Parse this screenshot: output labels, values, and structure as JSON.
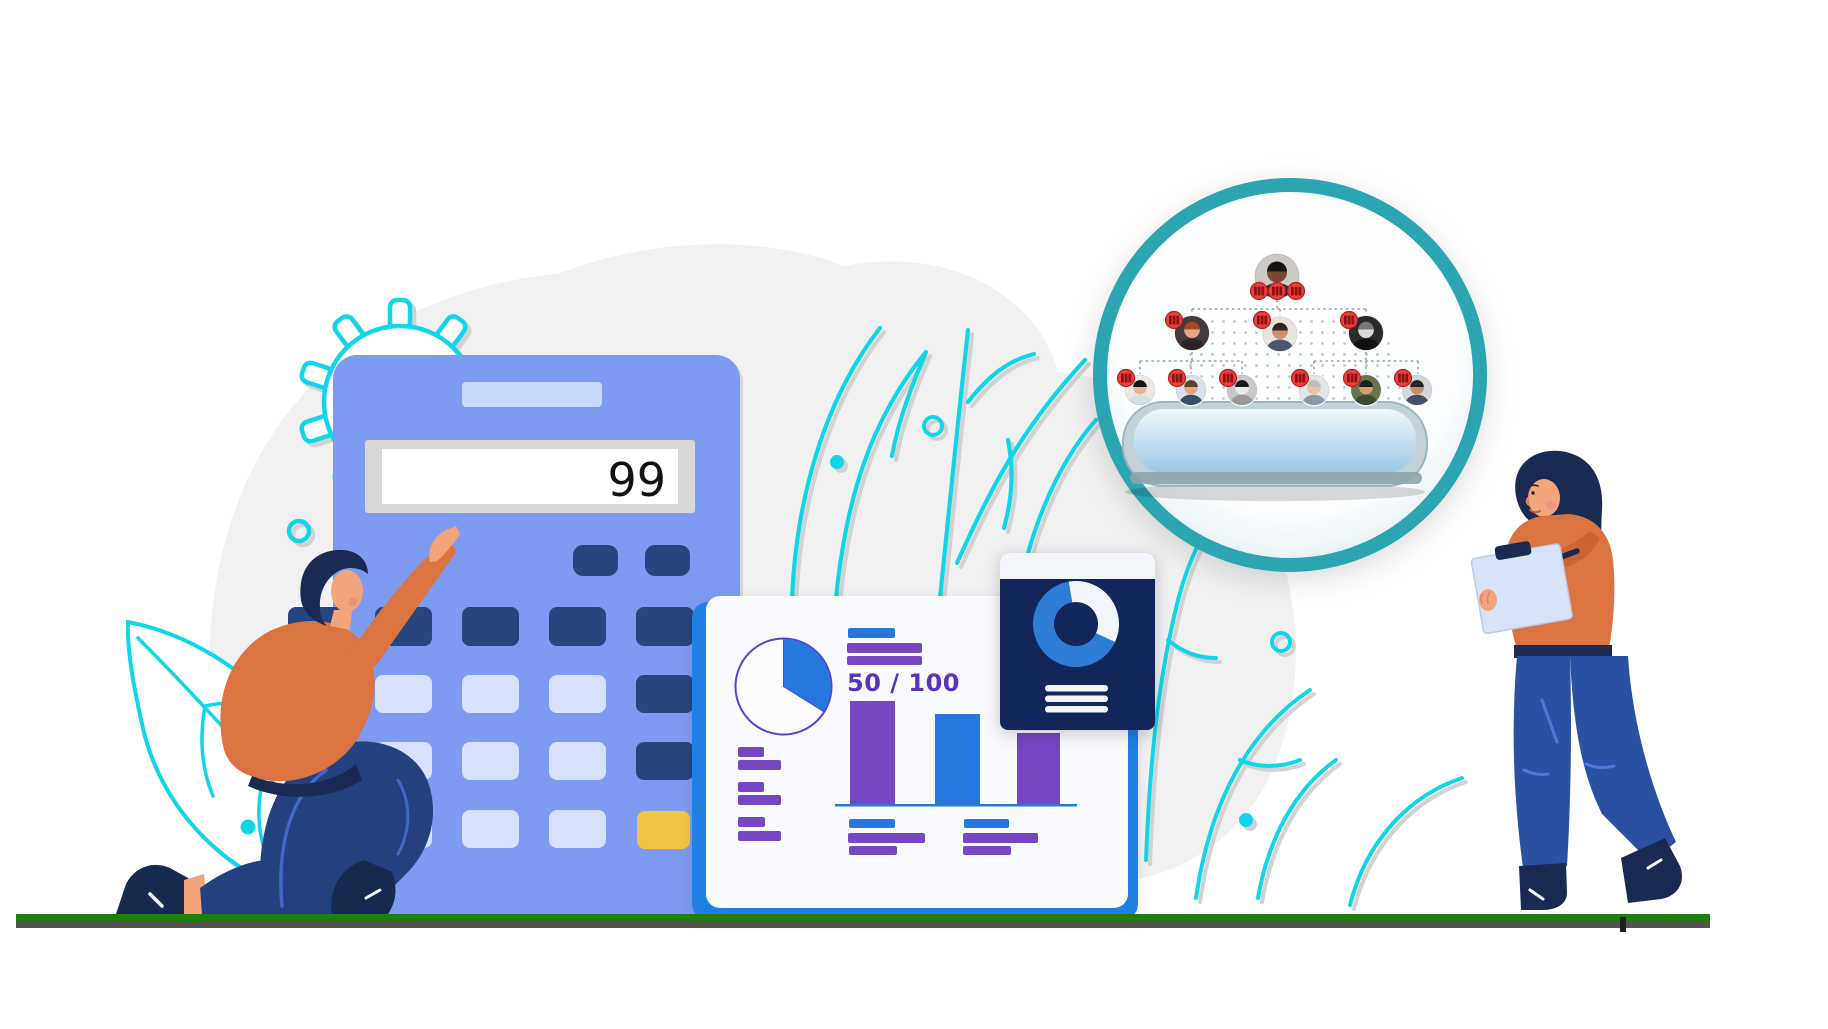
{
  "scene": {
    "description": "Flat vector illustration: accounting calculator, analytics dashboard and org-chart hologram over a smartphone, with two characters",
    "calculator": {
      "display_value": "99"
    },
    "score_panel": {
      "score_text": "50 / 100"
    },
    "charts": {
      "pie": {
        "fraction_filled": 0.34
      },
      "bars": {
        "relative_heights": [
          103,
          90,
          71
        ],
        "colors": [
          "purple",
          "blue",
          "purple"
        ]
      },
      "donut": {
        "segments": [
          {
            "color": "white",
            "sweep_deg": 125
          },
          {
            "color": "blue",
            "sweep_deg": 235
          }
        ]
      }
    },
    "org_chart": {
      "level_counts": [
        1,
        3,
        6
      ],
      "badge_icon": "money-badge",
      "badges_under_top_person": 3
    },
    "colors": {
      "calculator_body": "#7D9CF1",
      "button_dark": "#27457F",
      "button_light": "#D7E1FB",
      "button_yellow": "#F5C344",
      "accent_cyan": "#12D6E8",
      "teal_ring": "#2BA5B2",
      "panel_back_blue": "#1F7FE3",
      "chart_purple": "#7547C2",
      "chart_blue": "#2778DE",
      "score_purple": "#5A34B8",
      "dark_card_navy": "#12265A",
      "sweater_orange": "#DB7440",
      "jeans_blue": "#2B51A3",
      "ground_green": "#1F7E0C"
    }
  }
}
